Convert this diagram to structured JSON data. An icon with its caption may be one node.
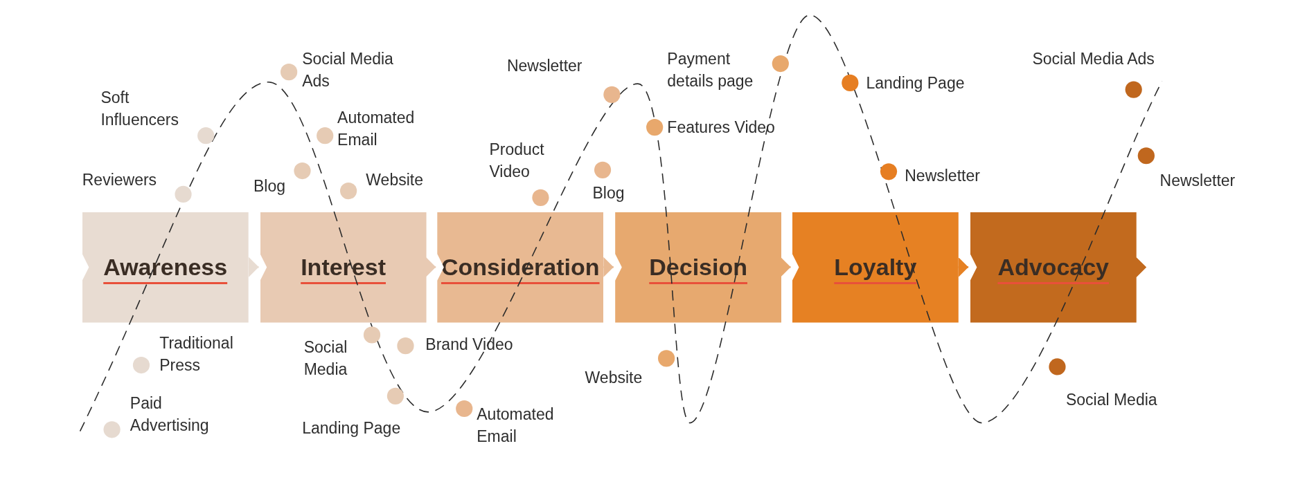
{
  "diagram": {
    "nodes": [
      {
        "text": [
          "Awareness"
        ]
      },
      {
        "text": [
          "Interest"
        ]
      },
      {
        "text": [
          "Consideration"
        ]
      },
      {
        "text": [
          "Decision"
        ]
      },
      {
        "text": [
          "Loyalty"
        ]
      },
      {
        "text": [
          "Advocacy"
        ]
      }
    ],
    "edges": [
      {
        "from": 0,
        "to": 1,
        "arrow": "to",
        "color": "#e8dcd2"
      },
      {
        "from": 1,
        "to": 2,
        "arrow": "to",
        "color": "#e8cab3"
      },
      {
        "from": 2,
        "to": 3,
        "arrow": "to",
        "color": "#e8b992"
      },
      {
        "from": 3,
        "to": 4,
        "arrow": "to",
        "color": "#e7a96f"
      },
      {
        "from": 4,
        "to": 5,
        "arrow": "to",
        "color": "#e68123"
      }
    ],
    "labels": [
      "Soft Influencers",
      "Reviewers",
      "Social Media Ads",
      "Automated Email",
      "Blog",
      "Website",
      "Product Video",
      "Newsletter",
      "Blog",
      "Payment details page",
      "Features Video",
      "Landing Page",
      "Newsletter",
      "Social Media Ads",
      "Newsletter",
      "Traditional Press",
      "Paid Advertising",
      "Social Media",
      "Brand Video",
      "Website",
      "Landing Page",
      "Automated Email",
      "Social Media"
    ]
  }
}
